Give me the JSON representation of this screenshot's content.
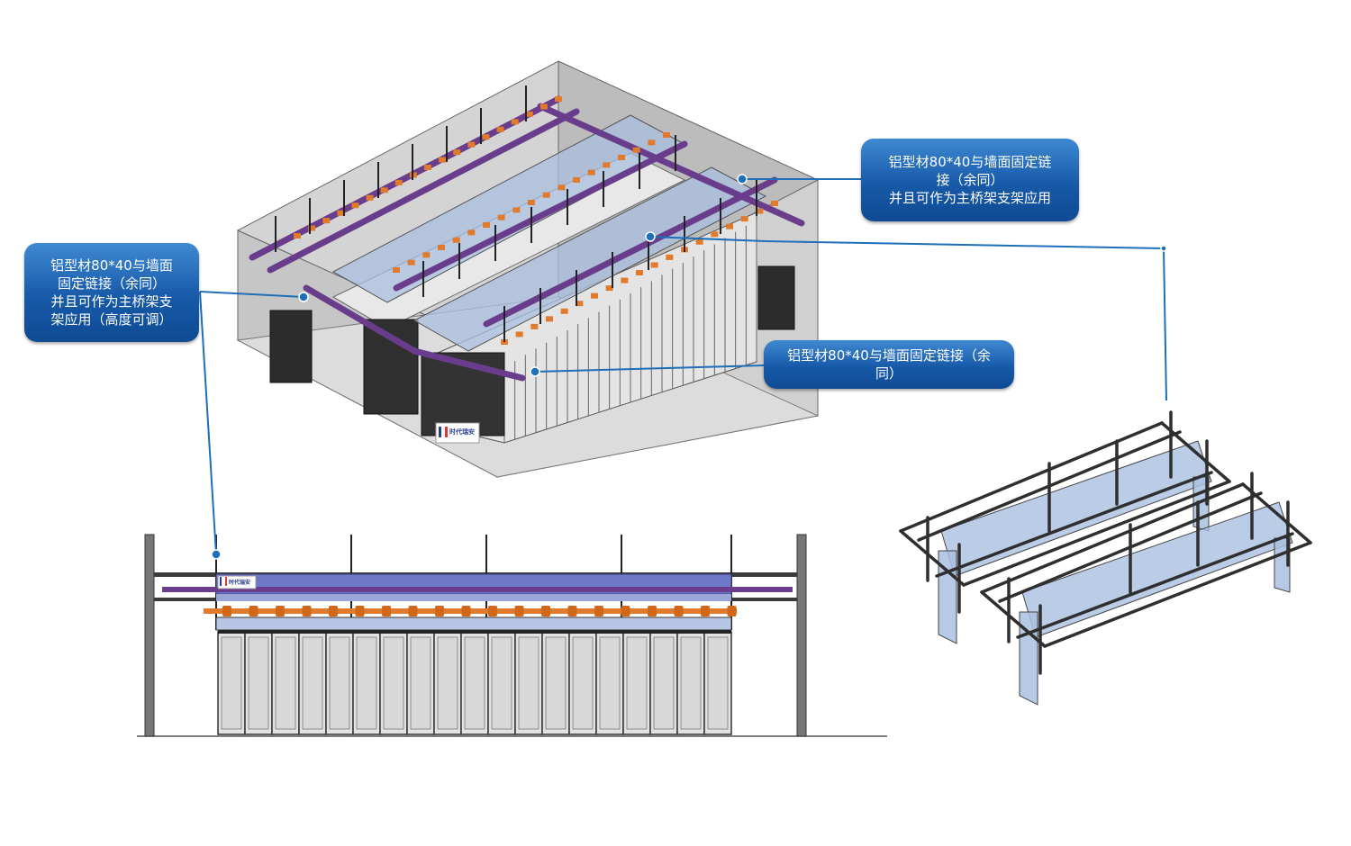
{
  "callouts": {
    "top_right": {
      "lines": [
        "铝型材80*40与墙面固定链",
        "接（余同）",
        "并且可作为主桥架支架应用"
      ]
    },
    "left": {
      "lines": [
        "铝型材80*40与墙面",
        "固定链接（余同）",
        "并且可作为主桥架支",
        "架应用（高度可调）"
      ]
    },
    "middle": {
      "lines": [
        "铝型材80*40与墙面固定链接（余",
        "同）"
      ]
    }
  },
  "logo": {
    "text": "时代瑞安"
  },
  "colors": {
    "callout": "#1b5faa",
    "leader": "#1c6fb8",
    "tray_purple": "#6a3c8c",
    "cable_orange": "#e07a2c",
    "frame_dark": "#333333",
    "glass": "#a9bfe0",
    "wall": "#cfcfcf",
    "cabinet": "#e2e2e2"
  }
}
